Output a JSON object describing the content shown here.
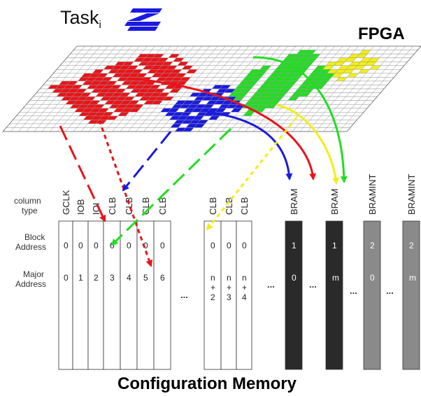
{
  "task_label": "Task",
  "task_subscript": "i",
  "fpga_label": "FPGA",
  "config_label": "Configuration Memory",
  "row_labels": {
    "column_type": [
      "column",
      "type"
    ],
    "block_address": [
      "Block",
      "Address"
    ],
    "major_address": [
      "Major",
      "Address"
    ]
  },
  "columns": [
    {
      "type": "GCLK",
      "block": "0",
      "major": "0"
    },
    {
      "type": "IOB",
      "block": "0",
      "major": "1"
    },
    {
      "type": "IOI",
      "block": "0",
      "major": "2"
    },
    {
      "type": "CLB",
      "block": "0",
      "major": "3"
    },
    {
      "type": "CLB",
      "block": "0",
      "major": "4"
    },
    {
      "type": "CLB",
      "block": "0",
      "major": "5"
    },
    {
      "type": "CLB",
      "block": "0",
      "major": "6"
    },
    {
      "type": "CLB",
      "block": "0",
      "major": [
        "n",
        "+",
        "2"
      ]
    },
    {
      "type": "CLB",
      "block": "0",
      "major": [
        "n",
        "+",
        "3"
      ]
    },
    {
      "type": "CLB",
      "block": "0",
      "major": [
        "n",
        "+",
        "4"
      ]
    },
    {
      "type": "BRAM",
      "block": "1",
      "major": "0"
    },
    {
      "type": "BRAM",
      "block": "1",
      "major": "m"
    },
    {
      "type": "BRAMINT",
      "block": "2",
      "major": "0"
    },
    {
      "type": "BRAMINT",
      "block": "2",
      "major": "m"
    }
  ],
  "ellipsis": "...",
  "colors": {
    "red": "#e8141a",
    "green": "#22dd22",
    "blue": "#1a1ae0",
    "yellow": "#f2ee1a",
    "bram_fill": "#2a2a2a",
    "bramint_fill": "#8a8a8a"
  }
}
